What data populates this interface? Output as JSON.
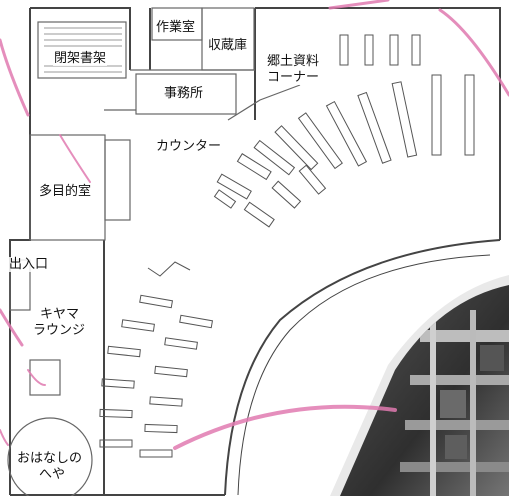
{
  "map": {
    "rooms": {
      "sagyoushitsu": "作業室",
      "shuzouko": "収蔵庫",
      "heika_shoka": "閉架書架",
      "kyoudo_shiryou_line1": "郷土資料",
      "kyoudo_shiryou_line2": "コーナー",
      "jimusho": "事務所",
      "counter": "カウンター",
      "tamokuteki": "多目的室",
      "deiriguchi": "出入口",
      "kiyama_lounge_line1": "キヤマ",
      "kiyama_lounge_line2": "ラウンジ",
      "ohanashi_line1": "おはなしの",
      "ohanashi_line2": "へや"
    },
    "colors": {
      "wall": "#444444",
      "thin_line": "#777777",
      "accent_brush": "#e07ab0",
      "photo_dark": "#3a3a3a",
      "photo_light": "#cfcfcf"
    },
    "decor": {
      "photo": "bookshelf-photo",
      "brush_strokes": "pink-brush-strokes"
    }
  }
}
